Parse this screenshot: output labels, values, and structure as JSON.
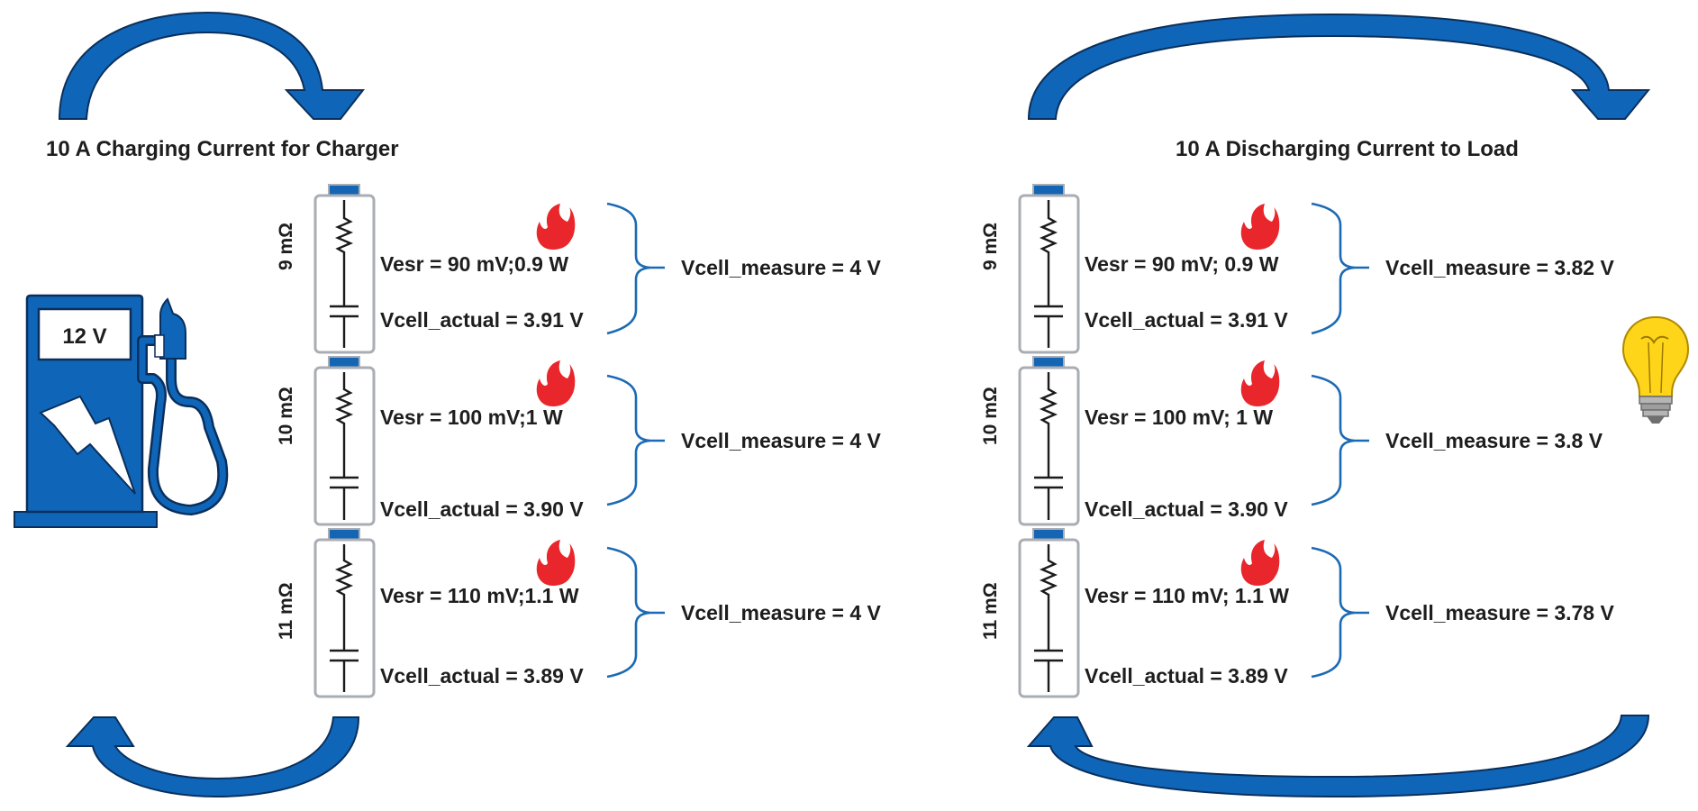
{
  "colors": {
    "accent_blue": "#0f66b8",
    "cell_outline": "#a9adb4",
    "flame_red": "#e8262b",
    "bulb_yellow": "#ffd51a"
  },
  "charge": {
    "title": "10 A Charging Current for Charger",
    "source_voltage": "12 V",
    "cells": [
      {
        "resistance": "9 mΩ",
        "vesr": "Vesr = 90 mV;0.9 W",
        "vactual": "Vcell_actual = 3.91 V",
        "vmeasure": "Vcell_measure = 4 V"
      },
      {
        "resistance": "10 mΩ",
        "vesr": "Vesr = 100 mV;1 W",
        "vactual": "Vcell_actual = 3.90 V",
        "vmeasure": "Vcell_measure = 4 V"
      },
      {
        "resistance": "11 mΩ",
        "vesr": "Vesr = 110 mV;1.1 W",
        "vactual": "Vcell_actual = 3.89 V",
        "vmeasure": "Vcell_measure = 4 V"
      }
    ]
  },
  "discharge": {
    "title": "10 A Discharging Current to Load",
    "cells": [
      {
        "resistance": "9 mΩ",
        "vesr": "Vesr = 90 mV; 0.9 W",
        "vactual": "Vcell_actual = 3.91 V",
        "vmeasure": "Vcell_measure = 3.82 V"
      },
      {
        "resistance": "10 mΩ",
        "vesr": "Vesr = 100 mV; 1 W",
        "vactual": "Vcell_actual = 3.90 V",
        "vmeasure": "Vcell_measure = 3.8 V"
      },
      {
        "resistance": "11 mΩ",
        "vesr": "Vesr = 110 mV; 1.1 W",
        "vactual": "Vcell_actual = 3.89 V",
        "vmeasure": "Vcell_measure = 3.78 V"
      }
    ]
  },
  "icons": {
    "charger": "fuel-pump-charger-icon",
    "load": "light-bulb-icon",
    "heat": "flame-icon",
    "flow": "curved-arrow-icon"
  }
}
